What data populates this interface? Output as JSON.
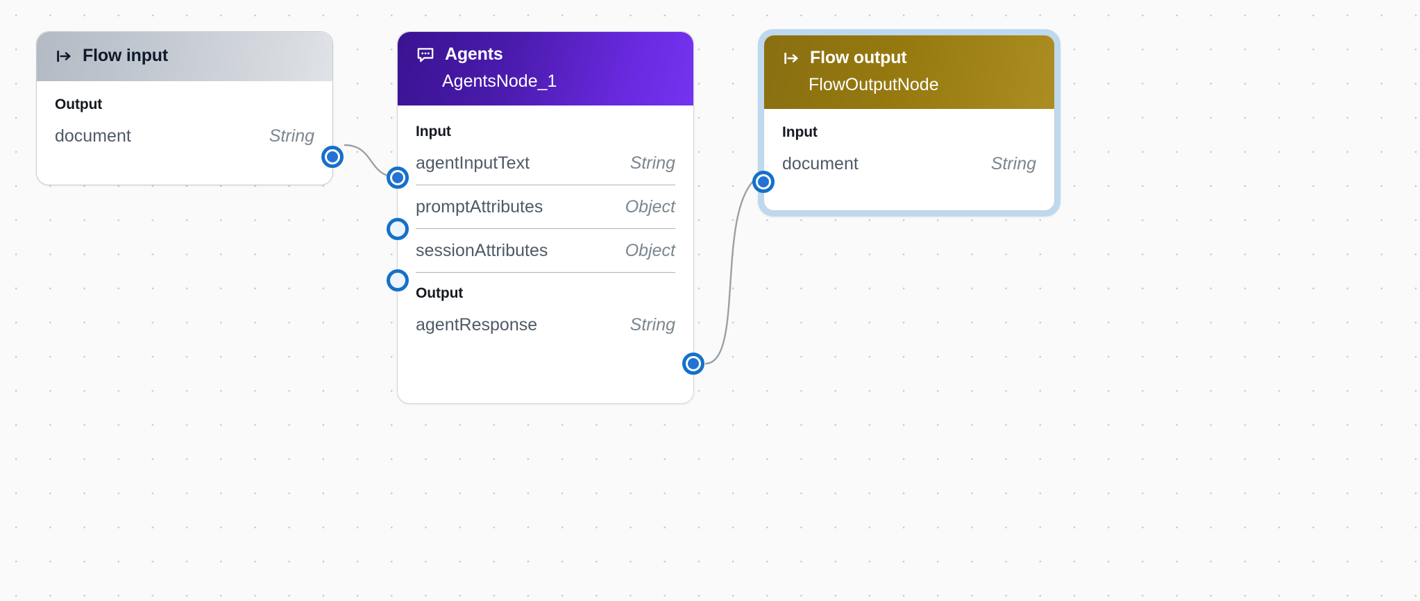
{
  "canvas": {
    "background_color": "#fafafa",
    "grid_dot_color": "#c9c9cc"
  },
  "nodes": [
    {
      "id": "flow-input",
      "icon": "flow-input-icon",
      "title": "Flow input",
      "subtitle": "",
      "header_color": "#c3c9d1",
      "sections": [
        {
          "label": "Output",
          "ports": [
            {
              "name": "document",
              "type": "String",
              "side": "right",
              "connected": true
            }
          ]
        }
      ]
    },
    {
      "id": "agents",
      "icon": "chat-bubble-icon",
      "title": "Agents",
      "subtitle": "AgentsNode_1",
      "header_color": "#5a22c8",
      "sections": [
        {
          "label": "Input",
          "ports": [
            {
              "name": "agentInputText",
              "type": "String",
              "side": "left",
              "connected": true
            },
            {
              "name": "promptAttributes",
              "type": "Object",
              "side": "left",
              "connected": false
            },
            {
              "name": "sessionAttributes",
              "type": "Object",
              "side": "left",
              "connected": false
            }
          ]
        },
        {
          "label": "Output",
          "ports": [
            {
              "name": "agentResponse",
              "type": "String",
              "side": "right",
              "connected": true
            }
          ]
        }
      ]
    },
    {
      "id": "flow-output",
      "icon": "flow-output-icon",
      "title": "Flow output",
      "subtitle": "FlowOutputNode",
      "header_color": "#95790f",
      "selected": true,
      "sections": [
        {
          "label": "Input",
          "ports": [
            {
              "name": "document",
              "type": "String",
              "side": "left",
              "connected": true
            }
          ]
        }
      ]
    }
  ],
  "edges": [
    {
      "from": "flow-input.document",
      "to": "agents.agentInputText",
      "color": "#9aa0a6"
    },
    {
      "from": "agents.agentResponse",
      "to": "flow-output.document",
      "color": "#9aa0a6"
    }
  ],
  "colors": {
    "port_ring": "#1570c8",
    "port_fill": "#2372d4",
    "selection_ring": "#bcd9f0",
    "edge": "#9aa0a6"
  }
}
